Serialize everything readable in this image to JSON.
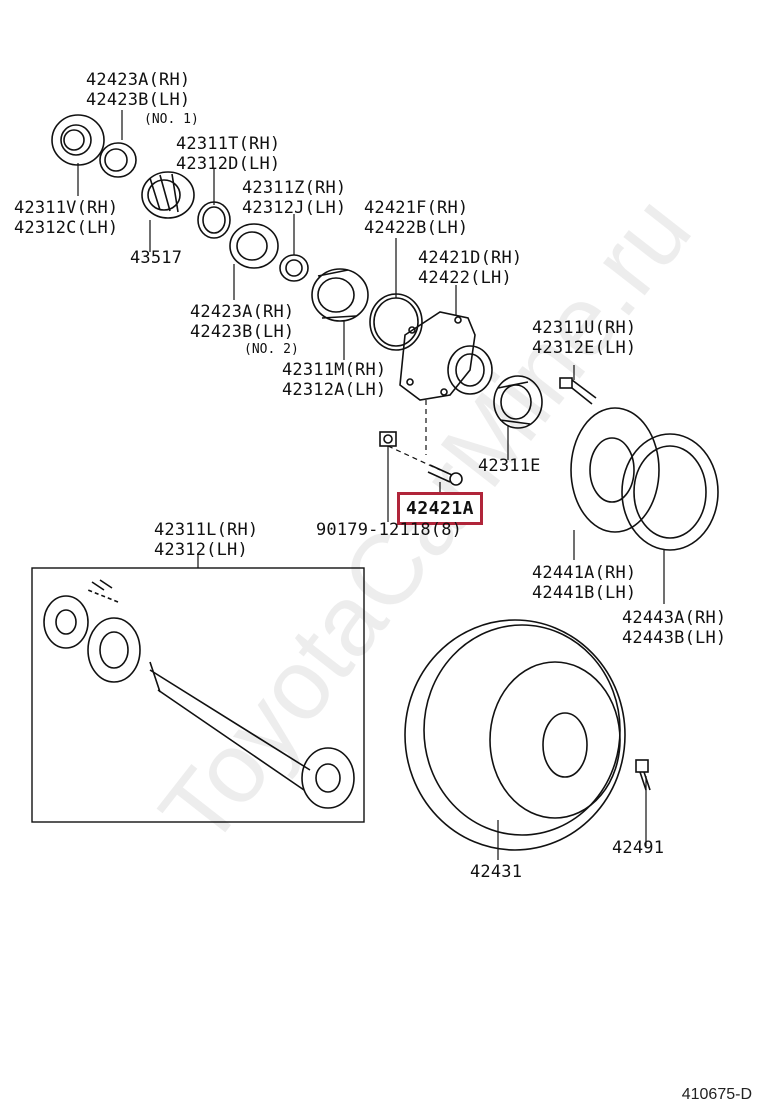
{
  "labels": {
    "l42423A_rh_1": "42423A(RH)",
    "l42423B_lh_1": "42423B(LH)",
    "no1": "(NO. 1)",
    "l42311T": "42311T(RH)",
    "l42312D": "42312D(LH)",
    "l42311V": "42311V(RH)",
    "l42312C": "42312C(LH)",
    "l42311Z": "42311Z(RH)",
    "l42312J": "42312J(LH)",
    "l42421F": "42421F(RH)",
    "l42422B": "42422B(LH)",
    "l43517": "43517",
    "l42421D": "42421D(RH)",
    "l42422": "42422(LH)",
    "l42423A_rh_2": "42423A(RH)",
    "l42423B_lh_2": "42423B(LH)",
    "no2": "(NO. 2)",
    "l42311U": "42311U(RH)",
    "l42312E": "42312E(LH)",
    "l42311M": "42311M(RH)",
    "l42312A": "42312A(LH)",
    "l42311E": "42311E",
    "l90179": "90179-12118(8)",
    "l42311L": "42311L(RH)",
    "l42312": "42312(LH)",
    "l42441A": "42441A(RH)",
    "l42441B": "42441B(LH)",
    "l42443A": "42443A(RH)",
    "l42443B": "42443B(LH)",
    "l42491": "42491",
    "l42431": "42431"
  },
  "highlighted_part": "42421A",
  "highlight_color": "#b0253a",
  "watermark": "ToyotaCarMine.ru",
  "diagram_code": "410675-D"
}
